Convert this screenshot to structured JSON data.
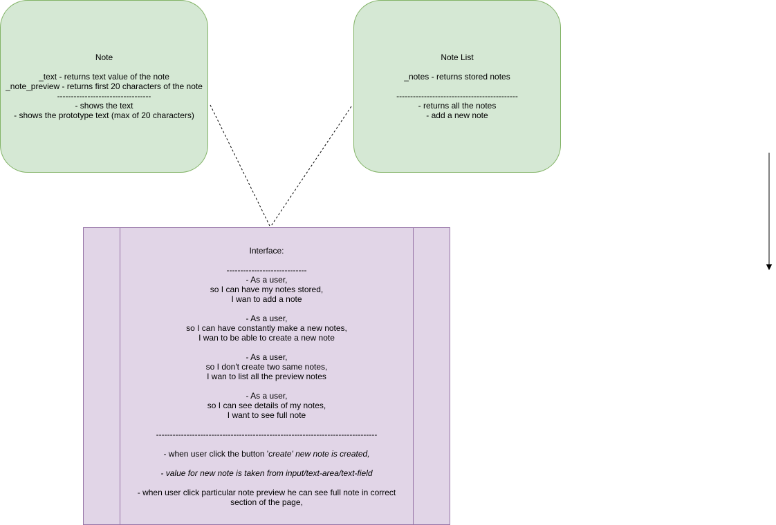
{
  "note_class": {
    "lines": [
      "Note",
      "",
      "_text - returns text value of the note",
      "_note_preview - returns first 20 characters of the note",
      "----------------------------------",
      "- shows the text",
      "- shows the prototype text (max of 20 characters)"
    ]
  },
  "note_list_class": {
    "lines": [
      "Note List",
      "",
      "_notes - returns stored notes",
      "",
      "--------------------------------------------",
      "- returns all the notes",
      "- add a new note"
    ]
  },
  "interface": {
    "title": "Interface:",
    "separator_short": "-----------------------------",
    "story_1": [
      "- As a user,",
      "so I can have my notes stored,",
      "I wan to add a note"
    ],
    "story_2": [
      "- As a user,",
      "so I can have constantly make a new notes,",
      "I wan to be able to create a new note"
    ],
    "story_3": [
      "- As a user,",
      "so I don't create two same notes,",
      "I wan to list all the preview notes"
    ],
    "story_4": [
      "- As a user,",
      "so I can see details of my notes,",
      "I want to see full note"
    ],
    "separator_long": "--------------------------------------------------------------------------------",
    "rule_1_plain": "- when user click the button '",
    "rule_1_italic": "create' new note is created,",
    "rule_2_italic": "- value for new note is taken from input/text-area/text-field",
    "rule_3": "- when user click  particular note preview he can see full note in correct section of the page,"
  },
  "colors": {
    "green_fill": "#d5e8d4",
    "green_stroke": "#82b366",
    "purple_fill": "#e1d5e7",
    "purple_stroke": "#9673a6"
  }
}
